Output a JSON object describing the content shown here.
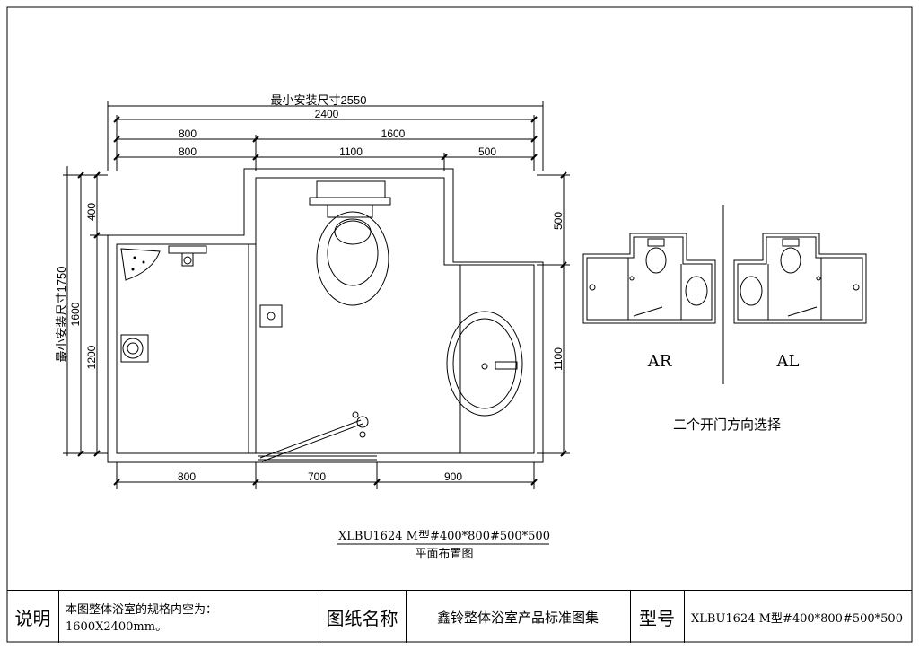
{
  "plan": {
    "dims": {
      "top_overall": "最小安装尺寸2550",
      "top_2400": "2400",
      "top_800a": "800",
      "top_1600": "1600",
      "top_800b": "800",
      "top_1100": "1100",
      "top_500": "500",
      "left_overall": "最小安装尺寸1750",
      "left_1600": "1600",
      "left_400": "400",
      "left_1200": "1200",
      "right_500": "500",
      "right_1100": "1100",
      "bottom_800": "800",
      "bottom_700": "700",
      "bottom_900": "900"
    },
    "model_label": "XLBU1624 M型#400*800#500*500",
    "caption": "平面布置图"
  },
  "variants": {
    "ar_label": "AR",
    "al_label": "AL",
    "note": "二个开门方向选择"
  },
  "titleblock": {
    "desc_head": "说明",
    "desc_value": "本图整体浴室的规格内空为：1600X2400mm。",
    "name_head": "图纸名称",
    "name_value": "鑫铃整体浴室产品标准图集",
    "model_head": "型号",
    "model_value": "XLBU1624 M型#400*800#500*500"
  },
  "colors": {
    "line": "#000000",
    "background": "#ffffff"
  }
}
